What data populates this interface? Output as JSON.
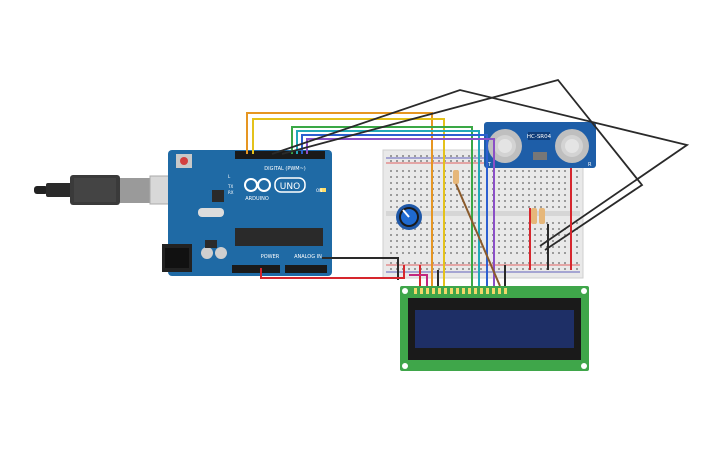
{
  "arduino": {
    "brand_text": "ARDUINO",
    "model_text": "UNO",
    "digital_label": "DIGITAL (PWM~)",
    "power_label": "POWER",
    "analog_label": "ANALOG IN",
    "on_label": "ON",
    "tx_label": "TX",
    "rx_label": "RX",
    "l_label": "L"
  },
  "sensor": {
    "model_text": "HC-SR04",
    "t_label": "T",
    "r_label": "R"
  },
  "colors": {
    "board_blue": "#1f6aa5",
    "lcd_green": "#3fa64a",
    "lcd_screen": "#1e2f66",
    "sensor_blue": "#1e5ea8",
    "breadboard": "#e9e9e9",
    "wire_orange": "#e69622",
    "wire_yellow": "#e4c21b",
    "wire_green": "#3aa845",
    "wire_teal": "#22a8b8",
    "wire_blue": "#2d5fd0",
    "wire_purple": "#8a4fc6",
    "wire_red": "#d6262d",
    "wire_black": "#2a2a2a",
    "wire_brown": "#8a5a2b",
    "wire_magenta": "#c2267e"
  },
  "icons": [
    "usb-cable-icon",
    "reset-button-icon",
    "potentiometer-knob-icon",
    "arduino-infinity-logo-icon"
  ]
}
